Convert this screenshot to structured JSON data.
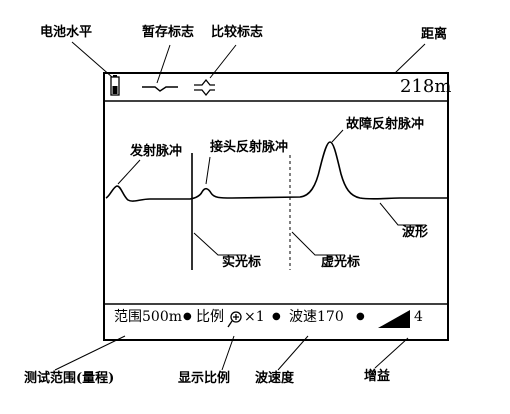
{
  "callouts": {
    "battery_level": "电池水平",
    "temp_mark": "暂存标志",
    "compare_mark": "比较标志",
    "distance": "距离",
    "test_range": "测试范围(量程)",
    "display_scale": "显示比例",
    "wave_speed": "波速度",
    "gain": "增益"
  },
  "screen": {
    "distance_value": "218m",
    "waveform_labels": {
      "transmit_pulse": "发射脉冲",
      "joint_reflection": "接头反射脉冲",
      "fault_reflection": "故障反射脉冲",
      "waveform": "波形",
      "solid_cursor": "实光标",
      "dashed_cursor": "虚光标"
    },
    "status_bar": {
      "range": "范围500m",
      "scale": "比例",
      "scale_value": "×1",
      "speed": "波速170",
      "gain_value": "4",
      "separator": "●"
    }
  },
  "icons": [
    "battery-icon",
    "temp-mark-icon",
    "compare-mark-icon",
    "zoom-icon",
    "gain-ramp-icon"
  ]
}
